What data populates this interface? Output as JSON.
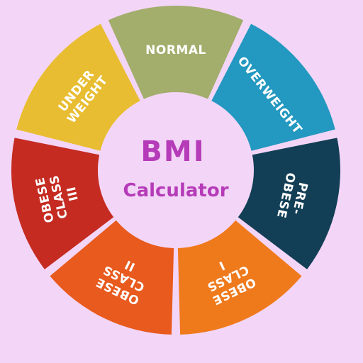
{
  "center": {
    "title": "BMI",
    "subtitle": "Calculator"
  },
  "segments": [
    {
      "id": "normal",
      "lines": [
        "NORMAL"
      ],
      "color": "#a3ad6c"
    },
    {
      "id": "overweight",
      "lines": [
        "OVERWEIGHT"
      ],
      "color": "#2398c0"
    },
    {
      "id": "pre-obese",
      "lines": [
        "PRE-",
        "OBESE"
      ],
      "color": "#123f56"
    },
    {
      "id": "obese-class-1",
      "lines": [
        "OBESE",
        "CLASS",
        "I"
      ],
      "color": "#ef7a1c"
    },
    {
      "id": "obese-class-2",
      "lines": [
        "OBESE",
        "CLASS",
        "II"
      ],
      "color": "#e85a1d"
    },
    {
      "id": "obese-class-3",
      "lines": [
        "OBESE",
        "CLASS",
        "III"
      ],
      "color": "#c52b21"
    },
    {
      "id": "underweight",
      "lines": [
        "UNDER",
        "WEIGHT"
      ],
      "color": "#e8bd31"
    }
  ],
  "colors": {
    "background": "#f3d6f7",
    "center": "#f3d6f7",
    "accent": "#b53bb8"
  }
}
